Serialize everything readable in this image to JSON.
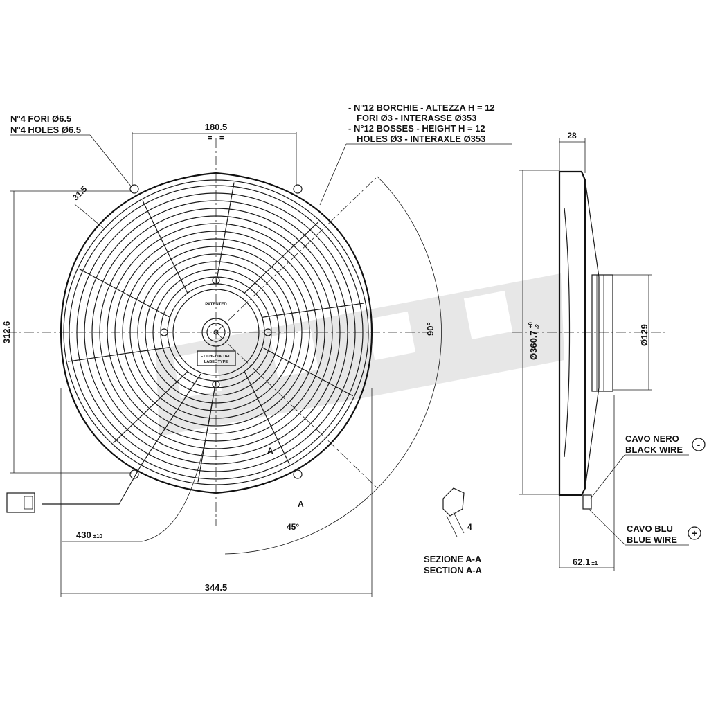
{
  "notes": {
    "holes_it": "N°4 FORI Ø6.5",
    "holes_en": "N°4 HOLES Ø6.5",
    "bosses_it_1": "- N°12 BORCHIE - ALTEZZA H = 12",
    "bosses_it_2": "FORI Ø3 - INTERASSE Ø353",
    "bosses_en_1": "- N°12 BOSSES - HEIGHT H = 12",
    "bosses_en_2": "HOLES Ø3 - INTERAXLE Ø353"
  },
  "dimensions": {
    "top_width": "180.5",
    "hole_offset": "31.5",
    "height": "312.6",
    "overall_width": "344.5",
    "cable_length": "430",
    "cable_tol": "±10",
    "angle_45": "45°",
    "angle_90": "90°",
    "depth_frame": "28",
    "diameter": "Ø360.7",
    "diameter_tol_upper": "+0",
    "diameter_tol_lower": "-2",
    "motor_diameter": "Ø129",
    "total_depth": "62.1",
    "total_depth_tol": "±1",
    "section_thickness": "4",
    "equal": "="
  },
  "section": {
    "marker": "A",
    "title_it": "SEZIONE A-A",
    "title_en": "SECTION A-A"
  },
  "hub": {
    "patented": "PATENTED",
    "label_it": "ETICHETTA TIPO",
    "label_en": "LABEL TYPE"
  },
  "wires": {
    "black_it": "CAVO NERO",
    "black_en": "BLACK WIRE",
    "black_sign": "-",
    "blue_it": "CAVO BLU",
    "blue_en": "BLUE WIRE",
    "blue_sign": "+"
  },
  "colors": {
    "line": "#1a1a1a",
    "watermark": "#d4d4d4"
  }
}
